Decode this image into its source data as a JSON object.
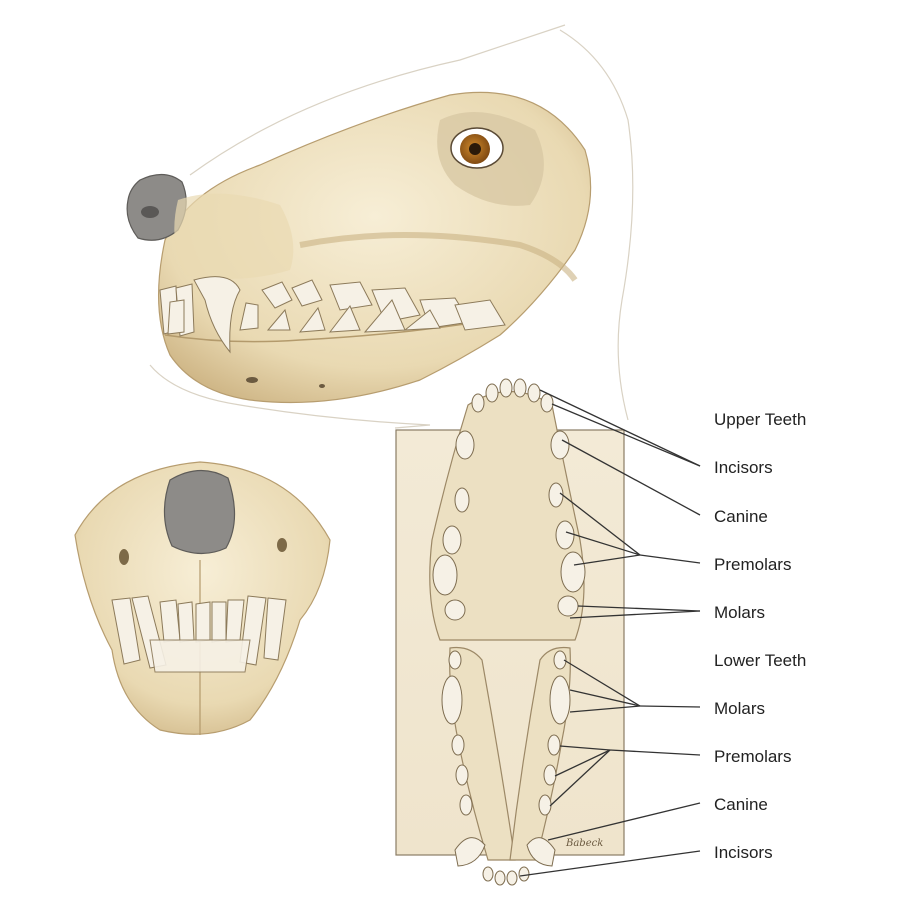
{
  "labels": {
    "upper_heading": "Upper Teeth",
    "upper_incisors": "Incisors",
    "upper_canine": "Canine",
    "upper_premolars": "Premolars",
    "upper_molars": "Molars",
    "lower_heading": "Lower Teeth",
    "lower_molars": "Molars",
    "lower_premolars": "Premolars",
    "lower_canine": "Canine",
    "lower_incisors": "Incisors"
  },
  "signature": "Babeck",
  "colors": {
    "bone": "#efe3c2",
    "bone_shadow": "#cdb68a",
    "tooth": "#f6f1e6",
    "nose": "#8d8b88",
    "eye": "#b06b1c",
    "panel": "#f3ead6",
    "leader": "#333333"
  }
}
